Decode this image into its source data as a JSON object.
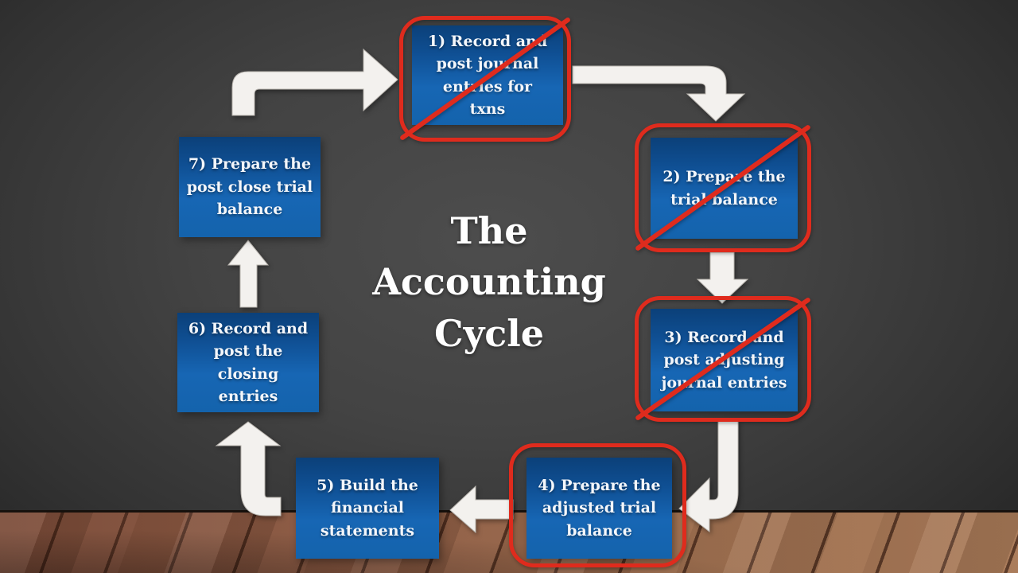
{
  "title": {
    "text": "The\nAccounting\nCycle",
    "text_plain": "The Accounting Cycle"
  },
  "steps": [
    {
      "id": 1,
      "label": "1) Record and\npost journal\nentries for\ntxns",
      "crossed_out": true,
      "strikethrough": true
    },
    {
      "id": 2,
      "label": "2) Prepare the\ntrial balance",
      "crossed_out": true,
      "strikethrough": true
    },
    {
      "id": 3,
      "label": "3) Record and\npost adjusting\njournal entries",
      "crossed_out": true,
      "strikethrough": true
    },
    {
      "id": 4,
      "label": "4) Prepare the\nadjusted trial\nbalance",
      "crossed_out": true,
      "strikethrough": false
    },
    {
      "id": 5,
      "label": "5) Build the\nfinancial\nstatements",
      "crossed_out": false,
      "strikethrough": false
    },
    {
      "id": 6,
      "label": "6) Record and\npost the\nclosing\nentries",
      "crossed_out": false,
      "strikethrough": false
    },
    {
      "id": 7,
      "label": "7) Prepare the\npost close trial\nbalance",
      "crossed_out": false,
      "strikethrough": false
    }
  ],
  "colors": {
    "box_blue_top": "#0b4079",
    "box_blue_bottom": "#1463ac",
    "crossout_red": "#df2b1d",
    "arrow_fill": "#f3f1ee",
    "title_text": "#ffffff",
    "wall_center": "#4d4d4d",
    "wall_edge": "#232323",
    "floor_wood": "#98684d"
  }
}
